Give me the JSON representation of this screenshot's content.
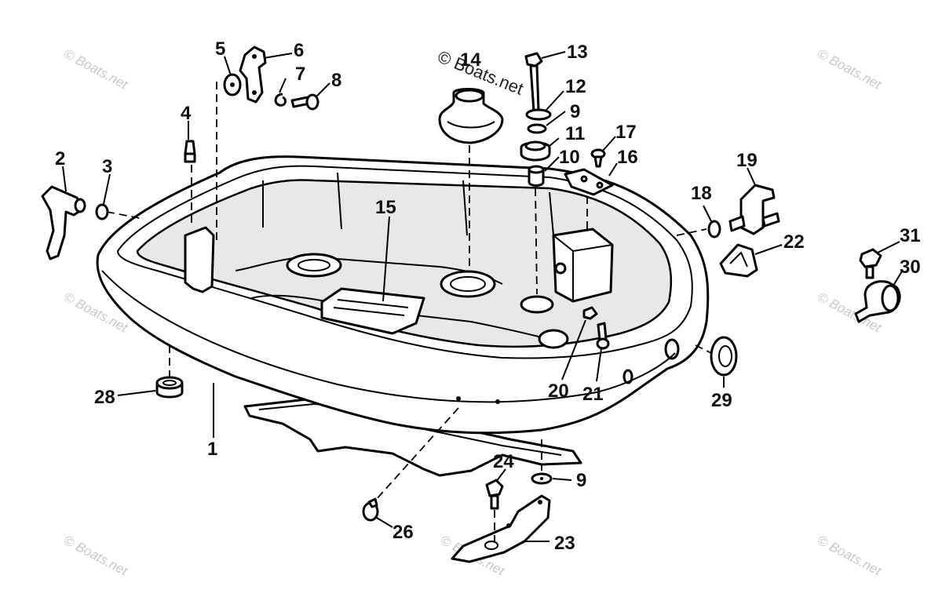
{
  "watermark": "© Boats.net",
  "watermark_top": "© Boats.net",
  "callouts": [
    {
      "id": "c1",
      "text": "1"
    },
    {
      "id": "c2",
      "text": "2"
    },
    {
      "id": "c3",
      "text": "3"
    },
    {
      "id": "c4",
      "text": "4"
    },
    {
      "id": "c5",
      "text": "5"
    },
    {
      "id": "c6",
      "text": "6"
    },
    {
      "id": "c7",
      "text": "7"
    },
    {
      "id": "c8",
      "text": "8"
    },
    {
      "id": "c9a",
      "text": "9"
    },
    {
      "id": "c9b",
      "text": "9"
    },
    {
      "id": "c10",
      "text": "10"
    },
    {
      "id": "c11",
      "text": "11"
    },
    {
      "id": "c12",
      "text": "12"
    },
    {
      "id": "c13",
      "text": "13"
    },
    {
      "id": "c14",
      "text": "14"
    },
    {
      "id": "c15",
      "text": "15"
    },
    {
      "id": "c16",
      "text": "16"
    },
    {
      "id": "c17",
      "text": "17"
    },
    {
      "id": "c18",
      "text": "18"
    },
    {
      "id": "c19",
      "text": "19"
    },
    {
      "id": "c20",
      "text": "20"
    },
    {
      "id": "c21",
      "text": "21"
    },
    {
      "id": "c22",
      "text": "22"
    },
    {
      "id": "c23",
      "text": "23"
    },
    {
      "id": "c24",
      "text": "24"
    },
    {
      "id": "c26",
      "text": "26"
    },
    {
      "id": "c28",
      "text": "28"
    },
    {
      "id": "c29",
      "text": "29"
    },
    {
      "id": "c30",
      "text": "30"
    },
    {
      "id": "c31",
      "text": "31"
    }
  ]
}
